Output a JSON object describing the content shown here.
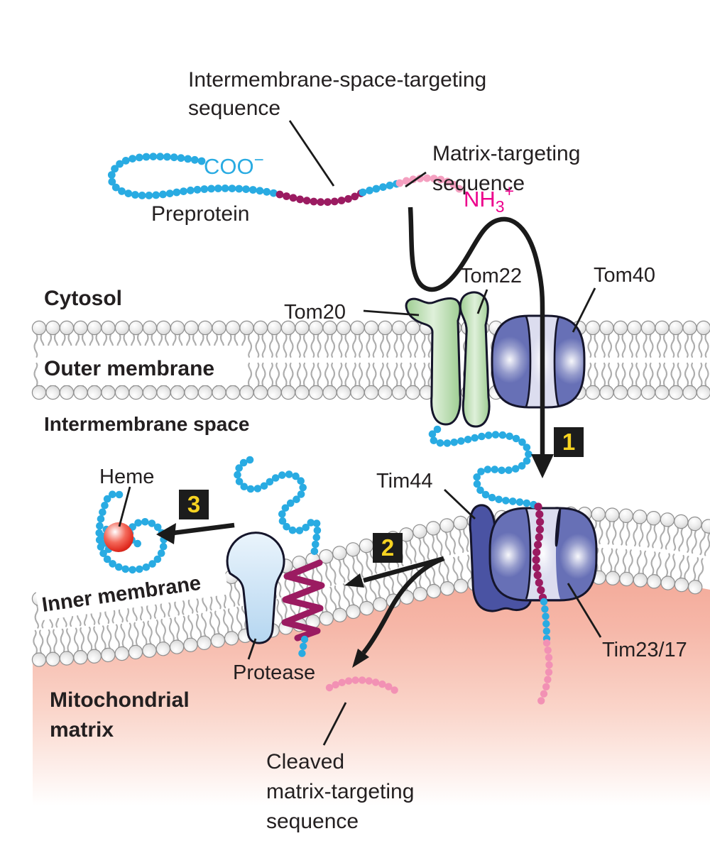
{
  "title": "Mitochondrial protein import diagram",
  "compartments": {
    "cytosol": "Cytosol",
    "outer_membrane": "Outer membrane",
    "intermembrane_space": "Intermembrane space",
    "inner_membrane": "Inner membrane",
    "matrix_line1": "Mitochondrial",
    "matrix_line2": "matrix"
  },
  "preprotein": {
    "name": "Preprotein",
    "coo_base": "COO",
    "coo_sup": "−",
    "nh3_base": "NH",
    "nh3_sub": "3",
    "nh3_sup": "+",
    "ims_targeting_line1": "Intermembrane-space-targeting",
    "ims_targeting_line2": "sequence",
    "matrix_targeting_line1": "Matrix-targeting",
    "matrix_targeting_line2": "sequence"
  },
  "proteins": {
    "tom20": "Tom20",
    "tom22": "Tom22",
    "tom40": "Tom40",
    "tim44": "Tim44",
    "tim23_17": "Tim23/17",
    "protease": "Protease",
    "heme": "Heme"
  },
  "cleaved": {
    "line1": "Cleaved",
    "line2": "matrix-targeting",
    "line3": "sequence"
  },
  "steps": {
    "step1": "1",
    "step2": "2",
    "step3": "3"
  },
  "colors": {
    "chain_cyan": "#29ABE2",
    "chain_maroon": "#9B1B61",
    "chain_pink": "#F4A0C0",
    "cleaved_pink": "#F291B4",
    "nh3_magenta": "#EC008C",
    "tom_green": "#B9DCAF",
    "barrel_blue": "#6770B6",
    "tim44_blue": "#4A53A3",
    "protease_blue": "#C9E2F6",
    "heme_red": "#E0392B",
    "matrix_salmon": "#F3A897",
    "badge_bg": "#1C1C1C",
    "badge_yellow": "#F7D321",
    "text": "#231F20",
    "lipid_gray": "#ECECEC"
  }
}
